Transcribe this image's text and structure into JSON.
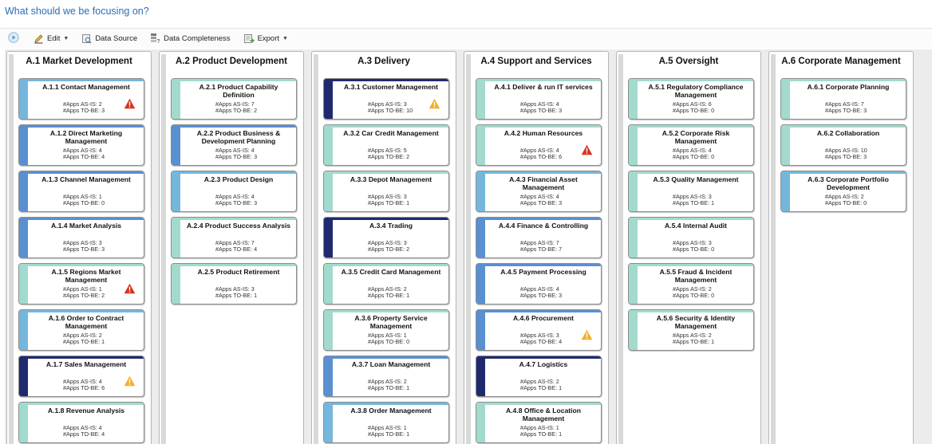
{
  "page": {
    "title": "What should we be focusing on?"
  },
  "toolbar": {
    "items": [
      {
        "label": "Edit",
        "icon": "pencil-icon",
        "caret": "▼"
      },
      {
        "label": "Data Source",
        "icon": "data-source-icon"
      },
      {
        "label": "Data Completeness",
        "icon": "completeness-icon"
      },
      {
        "label": "Export",
        "icon": "export-icon",
        "caret": "▼"
      }
    ]
  },
  "colors": {
    "title": "#2d6db5",
    "navy": "#1f2a6e",
    "blue": "#5a8fd0",
    "light_blue": "#75b7dc",
    "teal": "#a2dace",
    "warning_red": "#d6331e",
    "warning_amber": "#f2b02a"
  },
  "stats_labels": {
    "as_is": "#Apps AS-IS:",
    "to_be": "#Apps TO-BE:"
  },
  "columns": [
    {
      "title": "A.1 Market Development",
      "cards": [
        {
          "title": "A.1.1 Contact Management",
          "as_is": 2,
          "to_be": 3,
          "color": "light_blue",
          "warning": "red"
        },
        {
          "title": "A.1.2 Direct Marketing Management",
          "as_is": 4,
          "to_be": 4,
          "color": "blue",
          "warning": "none"
        },
        {
          "title": "A.1.3 Channel Management",
          "as_is": 1,
          "to_be": 0,
          "color": "blue",
          "warning": "none"
        },
        {
          "title": "A.1.4 Market Analysis",
          "as_is": 3,
          "to_be": 3,
          "color": "blue",
          "warning": "none"
        },
        {
          "title": "A.1.5 Regions Market Management",
          "as_is": 1,
          "to_be": 2,
          "color": "teal",
          "warning": "red"
        },
        {
          "title": "A.1.6 Order to Contract Management",
          "as_is": 2,
          "to_be": 1,
          "color": "light_blue",
          "warning": "none"
        },
        {
          "title": "A.1.7 Sales Management",
          "as_is": 4,
          "to_be": 6,
          "color": "navy",
          "warning": "amber"
        },
        {
          "title": "A.1.8 Revenue Analysis",
          "as_is": 4,
          "to_be": 4,
          "color": "teal",
          "warning": "none"
        }
      ]
    },
    {
      "title": "A.2 Product Development",
      "cards": [
        {
          "title": "A.2.1 Product Capability Definition",
          "as_is": 7,
          "to_be": 2,
          "color": "teal",
          "warning": "none"
        },
        {
          "title": "A.2.2 Product Business & Development Planning",
          "as_is": 4,
          "to_be": 3,
          "color": "blue",
          "warning": "none"
        },
        {
          "title": "A.2.3 Product Design",
          "as_is": 4,
          "to_be": 3,
          "color": "light_blue",
          "warning": "none"
        },
        {
          "title": "A.2.4 Product Success Analysis",
          "as_is": 7,
          "to_be": 4,
          "color": "teal",
          "warning": "none"
        },
        {
          "title": "A.2.5 Product Retirement",
          "as_is": 3,
          "to_be": 1,
          "color": "teal",
          "warning": "none"
        }
      ]
    },
    {
      "title": "A.3 Delivery",
      "cards": [
        {
          "title": "A.3.1 Customer Management",
          "as_is": 3,
          "to_be": 10,
          "color": "navy",
          "warning": "amber"
        },
        {
          "title": "A.3.2 Car Credit Management",
          "as_is": 5,
          "to_be": 2,
          "color": "teal",
          "warning": "none"
        },
        {
          "title": "A.3.3 Depot Management",
          "as_is": 3,
          "to_be": 1,
          "color": "teal",
          "warning": "none"
        },
        {
          "title": "A.3.4 Trading",
          "as_is": 3,
          "to_be": 2,
          "color": "navy",
          "warning": "none"
        },
        {
          "title": "A.3.5 Credit Card Management",
          "as_is": 2,
          "to_be": 1,
          "color": "teal",
          "warning": "none"
        },
        {
          "title": "A.3.6 Property Service Management",
          "as_is": 1,
          "to_be": 0,
          "color": "teal",
          "warning": "none"
        },
        {
          "title": "A.3.7 Loan Management",
          "as_is": 2,
          "to_be": 1,
          "color": "blue",
          "warning": "none"
        },
        {
          "title": "A.3.8 Order Management",
          "as_is": 1,
          "to_be": 1,
          "color": "light_blue",
          "warning": "none"
        }
      ]
    },
    {
      "title": "A.4 Support and Services",
      "cards": [
        {
          "title": "A.4.1 Deliver & run IT services",
          "as_is": 4,
          "to_be": 3,
          "color": "teal",
          "warning": "none"
        },
        {
          "title": "A.4.2 Human Resources",
          "as_is": 4,
          "to_be": 6,
          "color": "teal",
          "warning": "red"
        },
        {
          "title": "A.4.3 Financial Asset Management",
          "as_is": 4,
          "to_be": 3,
          "color": "light_blue",
          "warning": "none"
        },
        {
          "title": "A.4.4 Finance & Controlling",
          "as_is": 7,
          "to_be": 7,
          "color": "blue",
          "warning": "none"
        },
        {
          "title": "A.4.5 Payment Processing",
          "as_is": 4,
          "to_be": 3,
          "color": "blue",
          "warning": "none"
        },
        {
          "title": "A.4.6 Procurement",
          "as_is": 3,
          "to_be": 4,
          "color": "blue",
          "warning": "amber"
        },
        {
          "title": "A.4.7 Logistics",
          "as_is": 2,
          "to_be": 1,
          "color": "navy",
          "warning": "none"
        },
        {
          "title": "A.4.8 Office & Location Management",
          "as_is": 1,
          "to_be": 1,
          "color": "teal",
          "warning": "none"
        }
      ]
    },
    {
      "title": "A.5 Oversight",
      "cards": [
        {
          "title": "A.5.1 Regulatory Compliance Management",
          "as_is": 6,
          "to_be": 0,
          "color": "teal",
          "warning": "none"
        },
        {
          "title": "A.5.2 Corporate Risk Management",
          "as_is": 4,
          "to_be": 0,
          "color": "teal",
          "warning": "none"
        },
        {
          "title": "A.5.3 Quality Management",
          "as_is": 3,
          "to_be": 1,
          "color": "teal",
          "warning": "none"
        },
        {
          "title": "A.5.4 Internal Audit",
          "as_is": 3,
          "to_be": 0,
          "color": "teal",
          "warning": "none"
        },
        {
          "title": "A.5.5 Fraud & Incident Management",
          "as_is": 2,
          "to_be": 0,
          "color": "teal",
          "warning": "none"
        },
        {
          "title": "A.5.6 Security & Identity Management",
          "as_is": 2,
          "to_be": 1,
          "color": "teal",
          "warning": "none"
        }
      ]
    },
    {
      "title": "A.6 Corporate Management",
      "cards": [
        {
          "title": "A.6.1 Corporate Planning",
          "as_is": 7,
          "to_be": 3,
          "color": "teal",
          "warning": "none"
        },
        {
          "title": "A.6.2 Collaboration",
          "as_is": 10,
          "to_be": 3,
          "color": "teal",
          "warning": "none"
        },
        {
          "title": "A.6.3 Corporate Portfolio Development",
          "as_is": 2,
          "to_be": 0,
          "color": "light_blue",
          "warning": "none"
        }
      ]
    }
  ]
}
